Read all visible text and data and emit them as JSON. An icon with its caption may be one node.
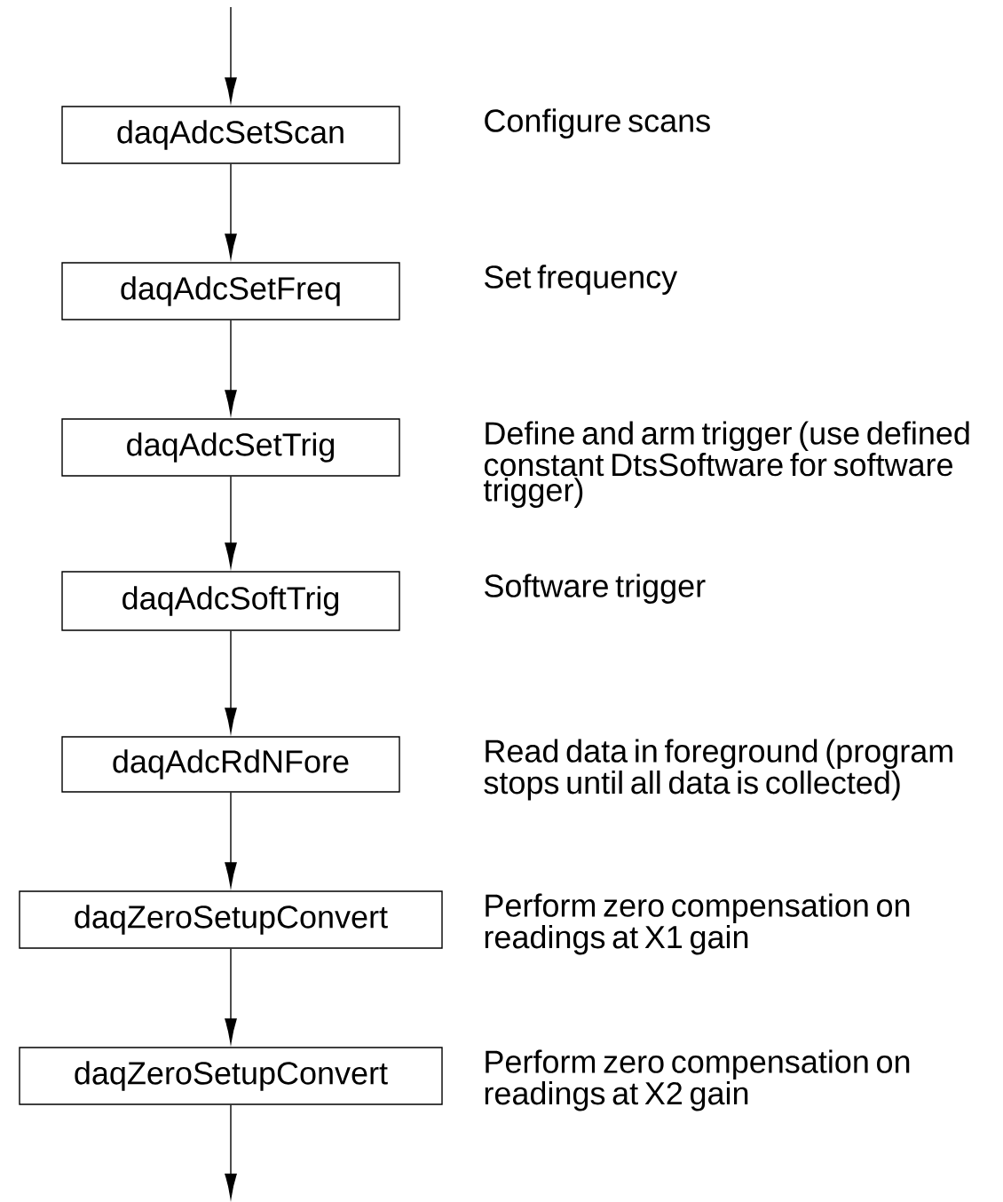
{
  "diagram": {
    "nodes": [
      {
        "text": [
          "daqAdcSetScan"
        ],
        "beside": [
          "Configure scans"
        ]
      },
      {
        "text": [
          "daqAdcSetFreq"
        ],
        "beside": [
          "Set frequency"
        ]
      },
      {
        "text": [
          "daqAdcSetTrig"
        ],
        "beside": [
          "Define and arm trigger (use defined constant DtsSoftware for software trigger)"
        ]
      },
      {
        "text": [
          "daqAdcSoftTrig"
        ],
        "beside": [
          "Software trigger"
        ]
      },
      {
        "text": [
          "daqAdcRdNFore"
        ],
        "beside": [
          "Read data in foreground (program stops until all data is collected)"
        ]
      },
      {
        "text": [
          "daqZeroSetupConvert"
        ],
        "beside": [
          "Perform zero compensation on readings at X1 gain"
        ]
      },
      {
        "text": [
          "daqZeroSetupConvert"
        ],
        "beside": [
          "Perform zero compensation on readings at X2 gain"
        ]
      }
    ],
    "edges": [
      {
        "from": null,
        "to": 0,
        "arrow": "to"
      },
      {
        "from": 0,
        "to": 1,
        "arrow": "to"
      },
      {
        "from": 1,
        "to": 2,
        "arrow": "to"
      },
      {
        "from": 2,
        "to": 3,
        "arrow": "to"
      },
      {
        "from": 3,
        "to": 4,
        "arrow": "to"
      },
      {
        "from": 4,
        "to": 5,
        "arrow": "to"
      },
      {
        "from": 5,
        "to": 6,
        "arrow": "to"
      },
      {
        "from": 6,
        "to": null,
        "arrow": "to"
      }
    ]
  }
}
